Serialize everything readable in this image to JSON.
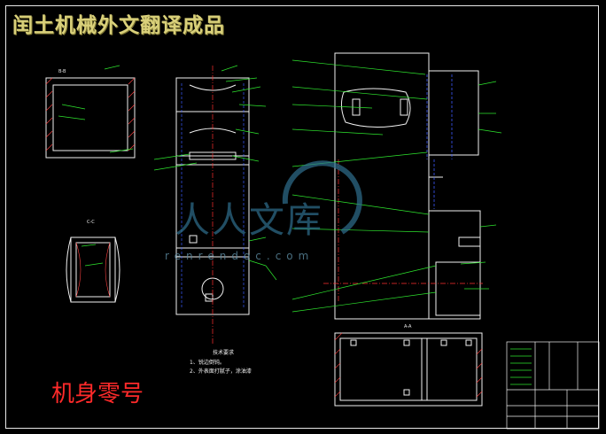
{
  "drawing": {
    "header_title": "闰土机械外文翻译成品",
    "part_label": "机身零号",
    "tech_notes": {
      "title": "技术要求",
      "items": [
        "1、锐边倒钝。",
        "2、外表面打腻子，涂油漆"
      ]
    },
    "view_labels": {
      "top_left": "B-B",
      "mid_left": "C-C",
      "bottom_section": "A-A"
    },
    "watermark": {
      "text": "人人文库",
      "url": "renrendoc.com"
    }
  },
  "colors": {
    "background": "#000000",
    "frame": "#e8e8e8",
    "outline": "#f0f0f0",
    "green_leader": "#2ee62e",
    "centerline": "#ff3030",
    "hidden_blue": "#3b5bff",
    "hatch": "#ff4040",
    "title_yellow": "#d9d07a",
    "red_label": "#ff2a2a",
    "watermark_blue": "#2f6f8f"
  }
}
